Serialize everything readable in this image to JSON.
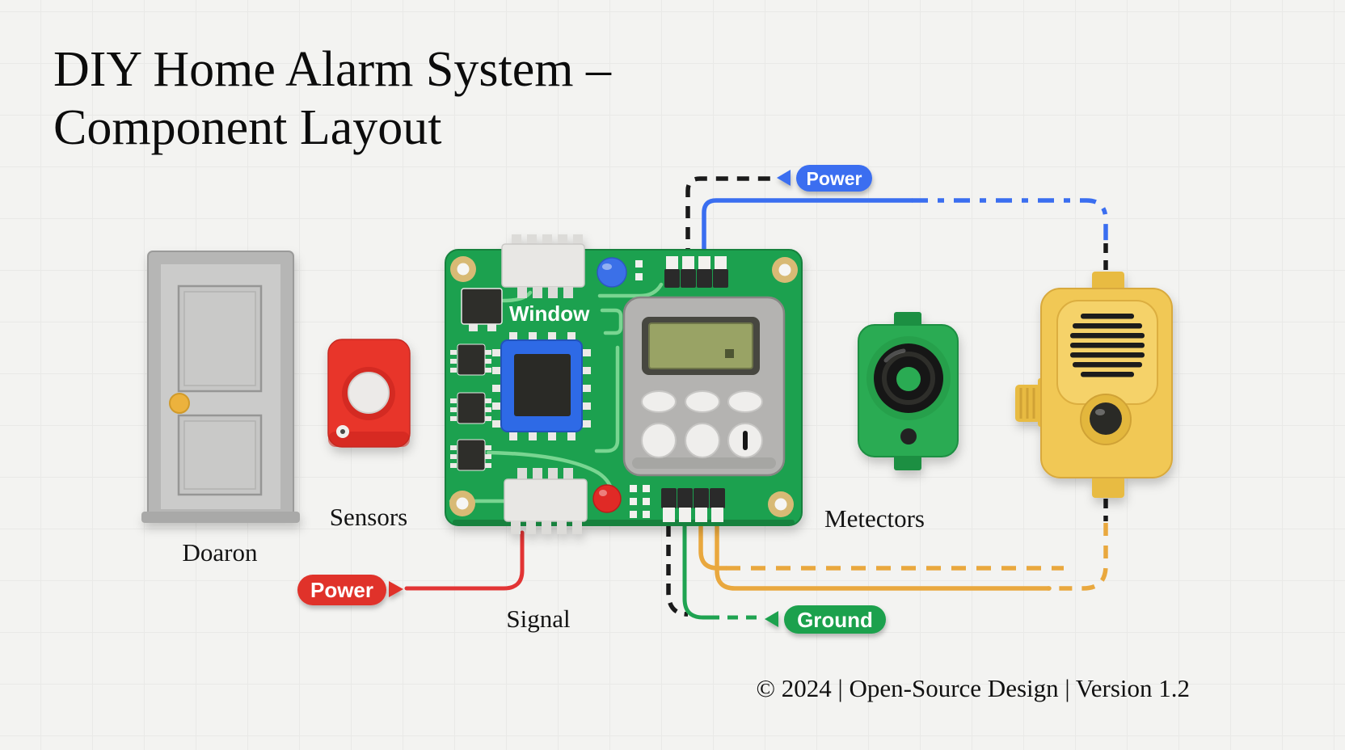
{
  "title": {
    "line1": "DIY Home Alarm System –",
    "line2": "Component Layout"
  },
  "footer": {
    "text": "© 2024 | Open-Source Design | Version 1.2"
  },
  "labels": {
    "door": "Doaron",
    "sensor": "Sensors",
    "board_top": "Window",
    "board_bottom": "Signal",
    "detector": "Metectors"
  },
  "badges": {
    "power_top": {
      "label": "Power",
      "color": "#3a6ef0"
    },
    "power_bottom": {
      "label": "Power",
      "color": "#e0302c"
    },
    "ground": {
      "label": "Ground",
      "color": "#1da14d"
    }
  },
  "colors": {
    "background": "#f3f3f1",
    "grid_line": "#e9e9e7",
    "board_green": "#1fa14f",
    "trace_green": "#7ed895",
    "sensor_red": "#e8352c",
    "detector_green": "#2bab53",
    "siren_yellow": "#f1c854",
    "door_gray": "#cbcbca",
    "knob_yellow": "#ecb23d",
    "wire_black": "#1a1a1a",
    "wire_blue": "#3a6ef0",
    "wire_red": "#e23434",
    "wire_green": "#1fa351",
    "wire_orange": "#e9a83e",
    "text_dark": "#141414"
  }
}
